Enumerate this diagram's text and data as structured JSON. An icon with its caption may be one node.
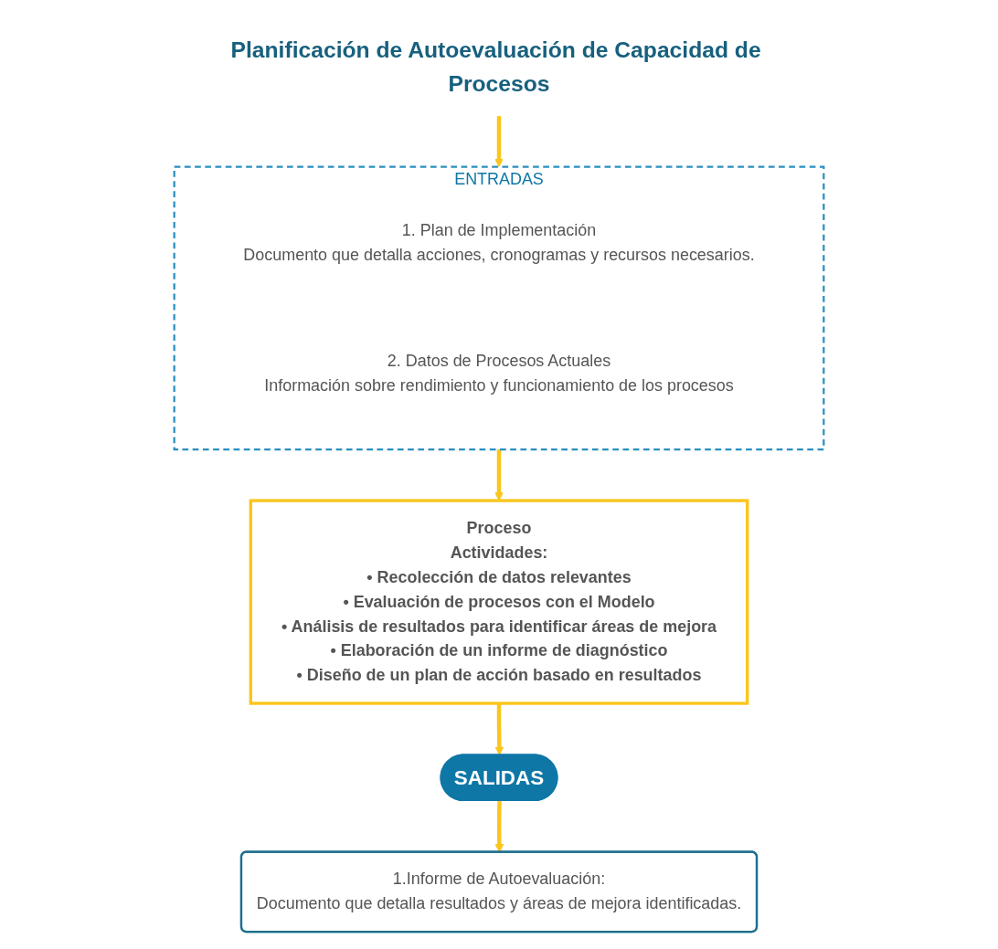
{
  "diagram": {
    "nodes": [
      {
        "text": [
          "Planificación de Autoevaluación de Capacidad de Procesos"
        ]
      },
      {
        "text": [
          "ENTRADAS"
        ]
      },
      {
        "text": [
          "1. Plan de Implementación",
          "Documento que detalla acciones, cronogramas y recursos necesarios."
        ],
        "in": 1
      },
      {
        "text": [
          "2. Datos de Procesos Actuales",
          "Información sobre rendimiento y funcionamiento de los procesos"
        ],
        "in": 1
      },
      {
        "text": [
          "Proceso",
          "Actividades:",
          "• Recolección de datos relevantes",
          "• Evaluación de procesos con el Modelo",
          "• Análisis de resultados para identificar áreas de mejora",
          "• Elaboración de un informe de diagnóstico",
          "• Diseño de un plan de acción basado en resultados"
        ]
      },
      {
        "text": [
          "SALIDAS"
        ]
      },
      {
        "text": [
          "1.Informe de Autoevaluación:",
          "Documento que detalla resultados y áreas de mejora identificadas."
        ]
      }
    ],
    "edges": [
      {
        "from": 0,
        "to": 1,
        "arrow": "to"
      },
      {
        "from": 1,
        "to": 4,
        "arrow": "to"
      },
      {
        "from": 4,
        "to": 5,
        "arrow": "to"
      },
      {
        "from": 5,
        "to": 6,
        "arrow": "to"
      }
    ]
  }
}
